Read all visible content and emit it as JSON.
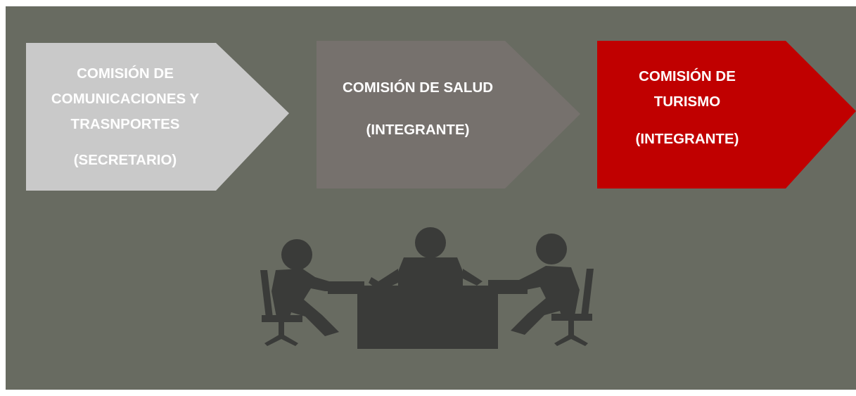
{
  "commissions": [
    {
      "name_lines": [
        "COMISIÓN DE",
        "COMUNICACIONES Y",
        "TRASNPORTES"
      ],
      "role": "(SECRETARIO)",
      "color": "#c9c9c9"
    },
    {
      "name_lines": [
        "COMISIÓN DE SALUD"
      ],
      "role": "(INTEGRANTE)",
      "color": "#76716d"
    },
    {
      "name_lines": [
        "COMISIÓN DE",
        "TURISMO"
      ],
      "role": "(INTEGRANTE)",
      "color": "#c00000"
    }
  ],
  "background_color": "#686b61",
  "illustration": {
    "icon": "business-meeting-icon",
    "color": "#3a3b39"
  }
}
